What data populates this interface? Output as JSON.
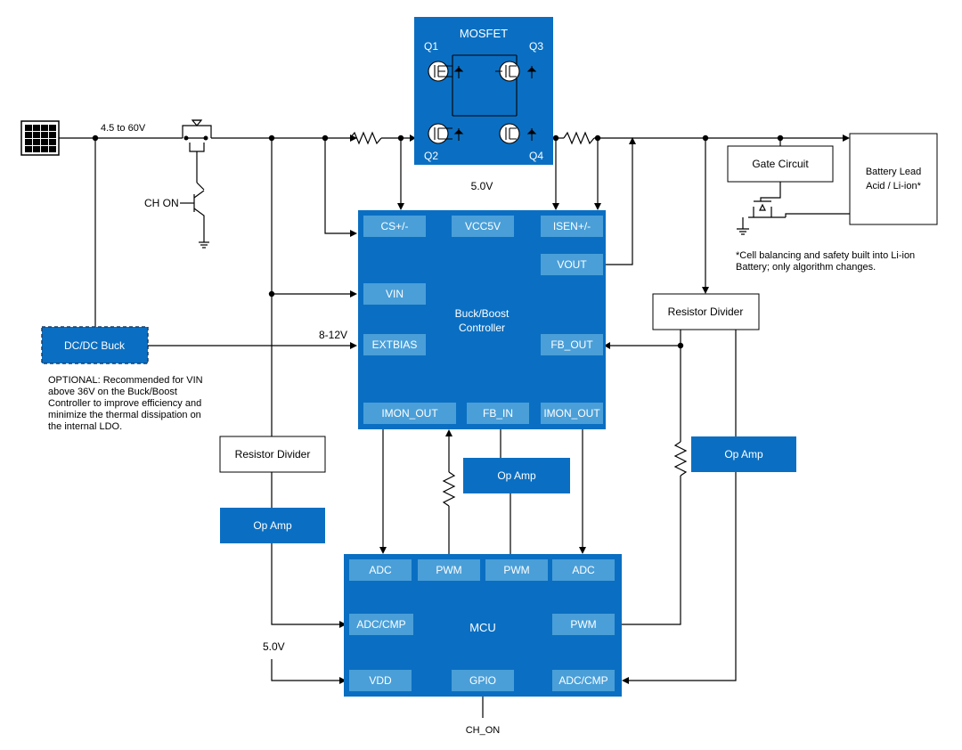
{
  "labels": {
    "mosfet_title": "MOSFET",
    "q1": "Q1",
    "q2": "Q2",
    "q3": "Q3",
    "q4": "Q4",
    "input_voltage": "4.5 to 60V",
    "ch_on_gate": "CH ON",
    "vcc_5v": "5.0V",
    "bias_voltage": "8-12V",
    "mcu_5v": "5.0V",
    "ch_on_out": "CH_ON"
  },
  "controller": {
    "title_line1": "Buck/Boost",
    "title_line2": "Controller",
    "pins": {
      "cs": "CS+/-",
      "vcc5v": "VCC5V",
      "isen": "ISEN+/-",
      "vout": "VOUT",
      "vin": "VIN",
      "extbias": "EXTBIAS",
      "fb_out": "FB_OUT",
      "imon_out_left": "IMON_OUT",
      "fb_in": "FB_IN",
      "imon_out_right": "IMON_OUT"
    }
  },
  "mcu": {
    "title": "MCU",
    "pins": {
      "adc_top_left": "ADC",
      "pwm_top_1": "PWM",
      "pwm_top_2": "PWM",
      "adc_top_right": "ADC",
      "adc_cmp_left": "ADC/CMP",
      "pwm_right": "PWM",
      "vdd": "VDD",
      "gpio": "GPIO",
      "adc_cmp_right": "ADC/CMP"
    }
  },
  "blocks": {
    "dcdc_buck": "DC/DC Buck",
    "gate_circuit": "Gate Circuit",
    "battery_line1": "Battery Lead",
    "battery_line2": "Acid / Li-ion*",
    "resistor_divider_left": "Resistor Divider",
    "resistor_divider_right": "Resistor Divider",
    "op_amp_left": "Op Amp",
    "op_amp_middle": "Op Amp",
    "op_amp_right": "Op Amp"
  },
  "notes": {
    "optional": [
      "OPTIONAL: Recommended for VIN",
      "above 36V on the Buck/Boost",
      "Controller to improve efficiency and",
      "minimize the thermal dissipation on",
      "the internal LDO."
    ],
    "battery": [
      "*Cell balancing and safety built into Li-ion",
      "Battery; only algorithm changes."
    ]
  },
  "colors": {
    "block_blue": "#0a6fc2",
    "pin_blue": "#4a9fd8"
  }
}
